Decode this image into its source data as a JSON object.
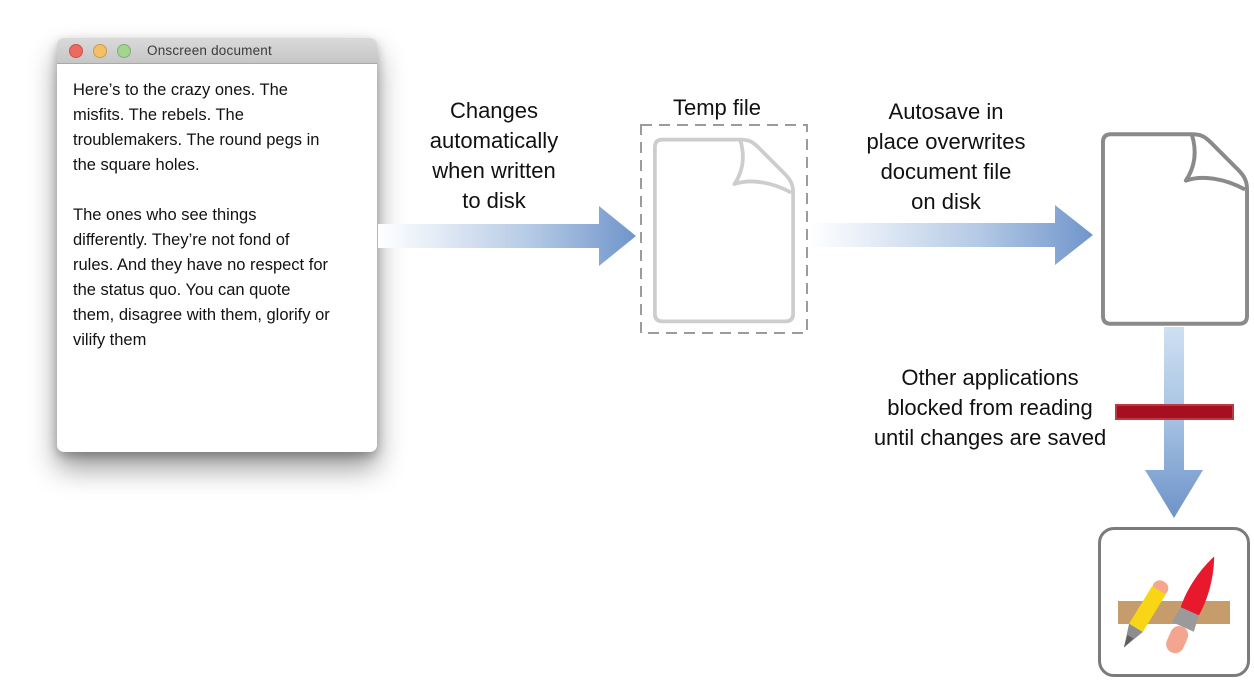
{
  "window": {
    "title": "Onscreen document",
    "body_text": "Here’s to the crazy ones. The\nmisfits. The rebels. The\ntroublemakers. The round pegs in\nthe square holes.\n\nThe ones who see things\ndifferently. They’re not fond of\nrules. And they have no respect for\nthe status quo. You can quote\nthem, disagree with them, glorify or\nvilify them"
  },
  "labels": {
    "changes": "Changes\nautomatically\nwhen written\nto disk",
    "temp_file": "Temp file",
    "autosave": "Autosave in\nplace overwrites\ndocument file\non disk",
    "blocked": "Other applications\nblocked from reading\nuntil changes are saved"
  },
  "icons": {
    "window_buttons": [
      "close-button",
      "minimize-button",
      "zoom-button"
    ],
    "temp_file": "document-outline-icon",
    "saved_document": "document-icon",
    "flow_arrows": [
      "arrow-right-icon",
      "arrow-right-icon",
      "arrow-down-icon"
    ],
    "blocker": "blocked-bar-icon",
    "destination_app": "app-store-icon"
  },
  "colors": {
    "arrow_blue": "#7095cb",
    "arrow_fade": "#ffffff",
    "blocked_red": "#a50f1f",
    "temp_doc_outline": "#cdcdcd",
    "doc_outline": "#8a8a8a",
    "dashed_border": "#9b9b9b",
    "traffic_red": "#ee6a5e",
    "traffic_yellow": "#f3c064",
    "traffic_green": "#a3d490",
    "ruler_tan": "#c69c6d",
    "pencil_yellow": "#f8d616",
    "brush_red": "#e8192c",
    "eraser_pink": "#f5a68c"
  }
}
